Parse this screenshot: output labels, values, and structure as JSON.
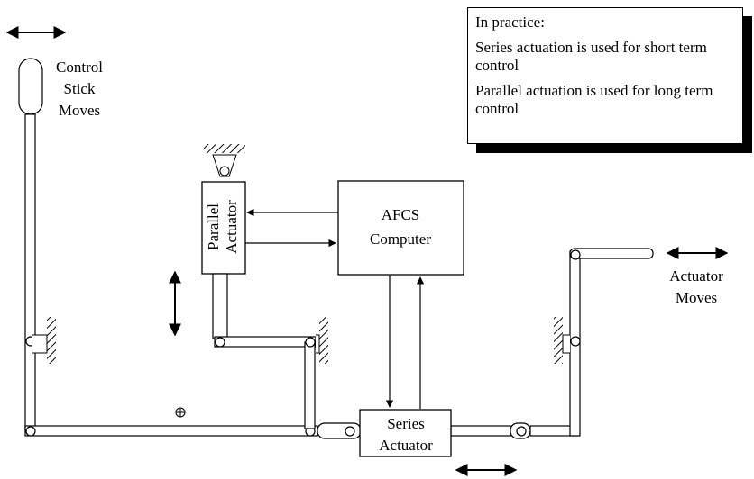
{
  "note": {
    "heading": "In practice:",
    "line1": "Series actuation is used for short term control",
    "line2": "Parallel actuation is used for long term control"
  },
  "labels": {
    "control_stick": [
      "Control",
      "Stick",
      "Moves"
    ],
    "parallel_actuator": [
      "Parallel",
      "Actuator"
    ],
    "afcs_computer": [
      "AFCS",
      "Computer"
    ],
    "series_actuator": [
      "Series",
      "Actuator"
    ],
    "actuator_moves": [
      "Actuator",
      "Moves"
    ]
  }
}
